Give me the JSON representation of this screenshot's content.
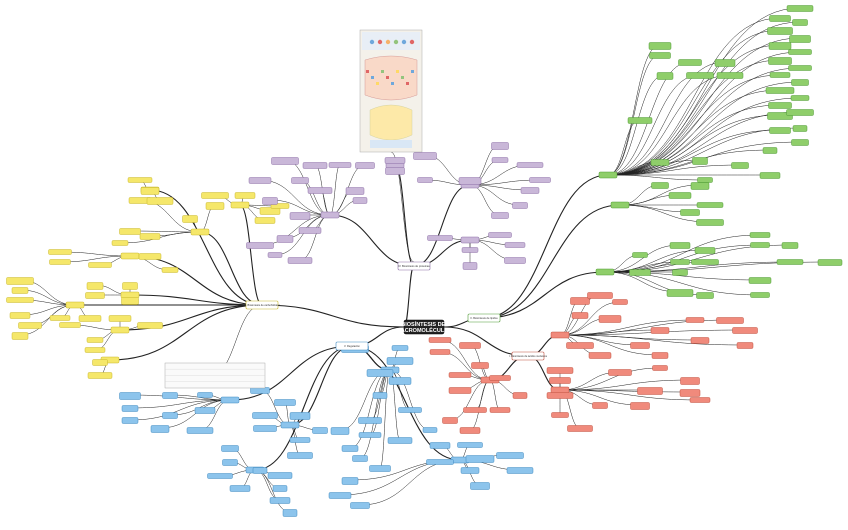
{
  "center": {
    "label": "BIOSÍNTESIS DE MACROMOLÉCULAS"
  },
  "colors": {
    "yellow": "#f5e76a",
    "yellow_border": "#c8b72a",
    "purple": "#c9b7d8",
    "purple_border": "#8c6fa6",
    "green": "#8fce6a",
    "green_border": "#4f9a34",
    "red": "#f08a7c",
    "red_border": "#c0503f",
    "blue": "#8cc4ec",
    "blue_border": "#3f89c0",
    "branch_label": "#ffffff"
  },
  "branches": [
    {
      "id": "carbohidratos",
      "label": "III. Biosíntesis de carbohidratos",
      "color": "yellow"
    },
    {
      "id": "proteinas",
      "label": "IV. Biosíntesis de proteínas",
      "color": "purple"
    },
    {
      "id": "lipidos",
      "label": "II. Biosíntesis de lípidos",
      "color": "green"
    },
    {
      "id": "acidos_nucleicos",
      "label": "I. Biosíntesis de ácidos nucleicos",
      "color": "red"
    },
    {
      "id": "regulacion",
      "label": "V. Regulación",
      "color": "blue"
    }
  ],
  "inset": {
    "caption": ""
  }
}
